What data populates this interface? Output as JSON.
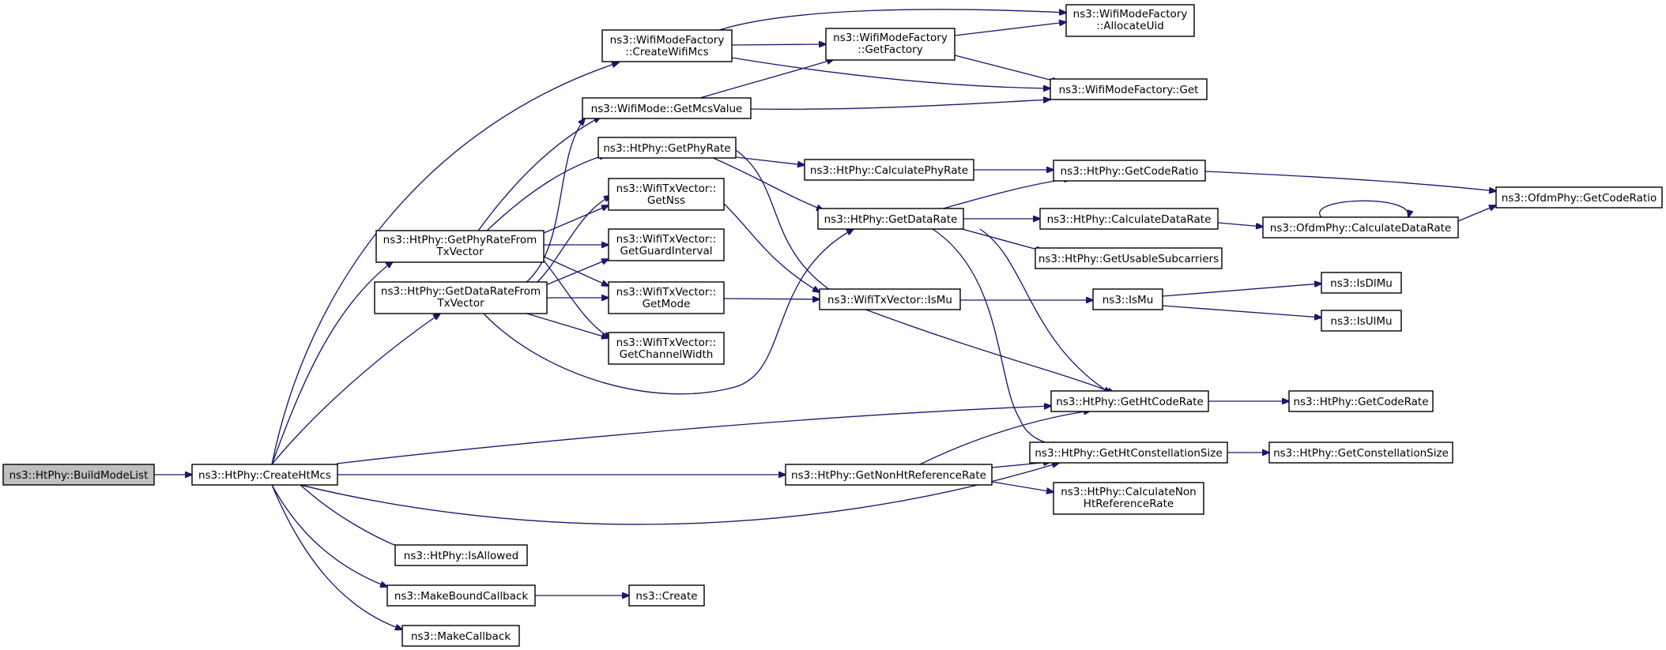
{
  "diagram": {
    "nodes": {
      "build_mode_list": "ns3::HtPhy::BuildModeList",
      "create_ht_mcs": "ns3::HtPhy::CreateHtMcs",
      "create_wifi_mcs": [
        "ns3::WifiModeFactory",
        "::CreateWifiMcs"
      ],
      "get_factory": [
        "ns3::WifiModeFactory",
        "::GetFactory"
      ],
      "allocate_uid": [
        "ns3::WifiModeFactory",
        "::AllocateUid"
      ],
      "factory_get": "ns3::WifiModeFactory::Get",
      "get_mcs_value": "ns3::WifiMode::GetMcsValue",
      "get_phy_rate": "ns3::HtPhy::GetPhyRate",
      "calculate_phy_rate": "ns3::HtPhy::CalculatePhyRate",
      "get_code_ratio": "ns3::HtPhy::GetCodeRatio",
      "ofdm_get_code_ratio": "ns3::OfdmPhy::GetCodeRatio",
      "get_nss": [
        "ns3::WifiTxVector::",
        "GetNss"
      ],
      "get_data_rate": "ns3::HtPhy::GetDataRate",
      "calculate_data_rate": "ns3::HtPhy::CalculateDataRate",
      "ofdm_calculate_data_rate": "ns3::OfdmPhy::CalculateDataRate",
      "get_usable_subcarriers": "ns3::HtPhy::GetUsableSubcarriers",
      "get_phy_rate_from_txvector": [
        "ns3::HtPhy::GetPhyRateFrom",
        "TxVector"
      ],
      "get_guard_interval": [
        "ns3::WifiTxVector::",
        "GetGuardInterval"
      ],
      "get_data_rate_from_txvector": [
        "ns3::HtPhy::GetDataRateFrom",
        "TxVector"
      ],
      "get_mode": [
        "ns3::WifiTxVector::",
        "GetMode"
      ],
      "txvector_is_mu": "ns3::WifiTxVector::IsMu",
      "is_mu": "ns3::IsMu",
      "is_dl_mu": "ns3::IsDlMu",
      "is_ul_mu": "ns3::IsUlMu",
      "get_channel_width": [
        "ns3::WifiTxVector::",
        "GetChannelWidth"
      ],
      "get_ht_code_rate": "ns3::HtPhy::GetHtCodeRate",
      "get_code_rate": "ns3::HtPhy::GetCodeRate",
      "get_non_ht_reference_rate": "ns3::HtPhy::GetNonHtReferenceRate",
      "get_ht_constellation_size": "ns3::HtPhy::GetHtConstellationSize",
      "get_constellation_size": "ns3::HtPhy::GetConstellationSize",
      "calculate_non_ht_reference_rate": [
        "ns3::HtPhy::CalculateNon",
        "HtReferenceRate"
      ],
      "is_allowed": "ns3::HtPhy::IsAllowed",
      "make_bound_callback": "ns3::MakeBoundCallback",
      "create": "ns3::Create",
      "make_callback": "ns3::MakeCallback"
    },
    "colors": {
      "edge": "#191970",
      "root_fill": "#bfbfbf",
      "node_fill": "#ffffff",
      "node_border": "#000000"
    }
  }
}
